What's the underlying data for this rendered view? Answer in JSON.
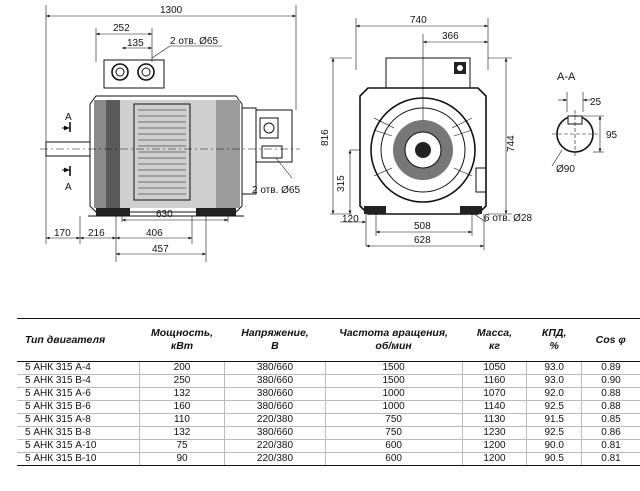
{
  "drawing": {
    "overall_length": "1300",
    "dim_252": "252",
    "dim_135": "135",
    "holes_top": "2 отв. Ø65",
    "holes_side": "2 отв. Ø65",
    "section_marker": "A",
    "dim_630": "630",
    "dim_170": "170",
    "dim_216": "216",
    "dim_406": "406",
    "dim_457": "457",
    "front_width": "740",
    "dim_366": "366",
    "height_816": "816",
    "height_744": "744",
    "dim_315": "315",
    "dim_120": "120",
    "dim_508": "508",
    "dim_628": "628",
    "holes_feet": "6 отв. Ø28",
    "section_title": "А-А",
    "dim_25": "25",
    "dim_95": "95",
    "shaft_dia": "Ø90"
  },
  "table": {
    "headers": {
      "type": "Тип двигателя",
      "power": "Мощность,\nкВт",
      "voltage": "Напряжение,\nВ",
      "speed": "Частота вращения,\nоб/мин",
      "mass": "Масса,\nкг",
      "efficiency": "КПД,\n%",
      "cos": "Cos φ"
    },
    "rows": [
      {
        "type": "5 АНК 315 А-4",
        "power": "200",
        "voltage": "380/660",
        "speed": "1500",
        "mass": "1050",
        "efficiency": "93.0",
        "cos": "0.89"
      },
      {
        "type": "5 АНК 315 В-4",
        "power": "250",
        "voltage": "380/660",
        "speed": "1500",
        "mass": "1160",
        "efficiency": "93.0",
        "cos": "0.90"
      },
      {
        "type": "5 АНК 315 А-6",
        "power": "132",
        "voltage": "380/660",
        "speed": "1000",
        "mass": "1070",
        "efficiency": "92.0",
        "cos": "0.88"
      },
      {
        "type": "5 АНК 315 В-6",
        "power": "160",
        "voltage": "380/660",
        "speed": "1000",
        "mass": "1140",
        "efficiency": "92.5",
        "cos": "0.88"
      },
      {
        "type": "5 АНК 315 А-8",
        "power": "110",
        "voltage": "220/380",
        "speed": "750",
        "mass": "1130",
        "efficiency": "91.5",
        "cos": "0.85"
      },
      {
        "type": "5 АНК 315 В-8",
        "power": "132",
        "voltage": "380/660",
        "speed": "750",
        "mass": "1230",
        "efficiency": "92.5",
        "cos": "0.86"
      },
      {
        "type": "5 АНК 315 А-10",
        "power": "75",
        "voltage": "220/380",
        "speed": "600",
        "mass": "1200",
        "efficiency": "90.0",
        "cos": "0.81"
      },
      {
        "type": "5 АНК 315 В-10",
        "power": "90",
        "voltage": "220/380",
        "speed": "600",
        "mass": "1200",
        "efficiency": "90.5",
        "cos": "0.81"
      }
    ]
  }
}
